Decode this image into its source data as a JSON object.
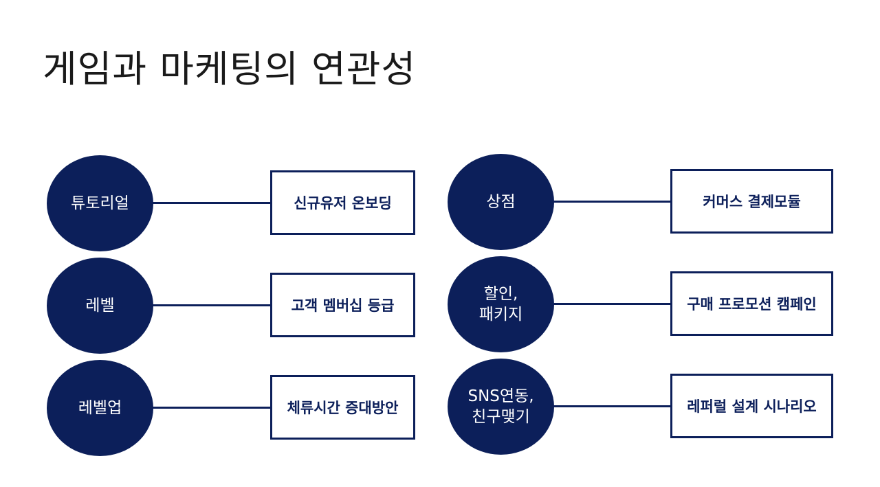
{
  "title": "게임과 마케팅의 연관성",
  "colors": {
    "primary": "#0c1f5a",
    "background": "#ffffff",
    "title_text": "#1a1a1a"
  },
  "rows": [
    {
      "left": {
        "circle_lines": [
          "튜토리얼"
        ],
        "box": "신규유저 온보딩"
      },
      "right": {
        "circle_lines": [
          "상점"
        ],
        "box": "커머스 결제모듈"
      }
    },
    {
      "left": {
        "circle_lines": [
          "레벨"
        ],
        "box": "고객 멤버십 등급"
      },
      "right": {
        "circle_lines": [
          "할인,",
          "패키지"
        ],
        "box": "구매 프로모션 캠페인"
      }
    },
    {
      "left": {
        "circle_lines": [
          "레벨업"
        ],
        "box": "체류시간 증대방안"
      },
      "right": {
        "circle_lines": [
          "SNS연동,",
          "친구맺기"
        ],
        "box": "레퍼럴 설계 시나리오"
      }
    }
  ]
}
